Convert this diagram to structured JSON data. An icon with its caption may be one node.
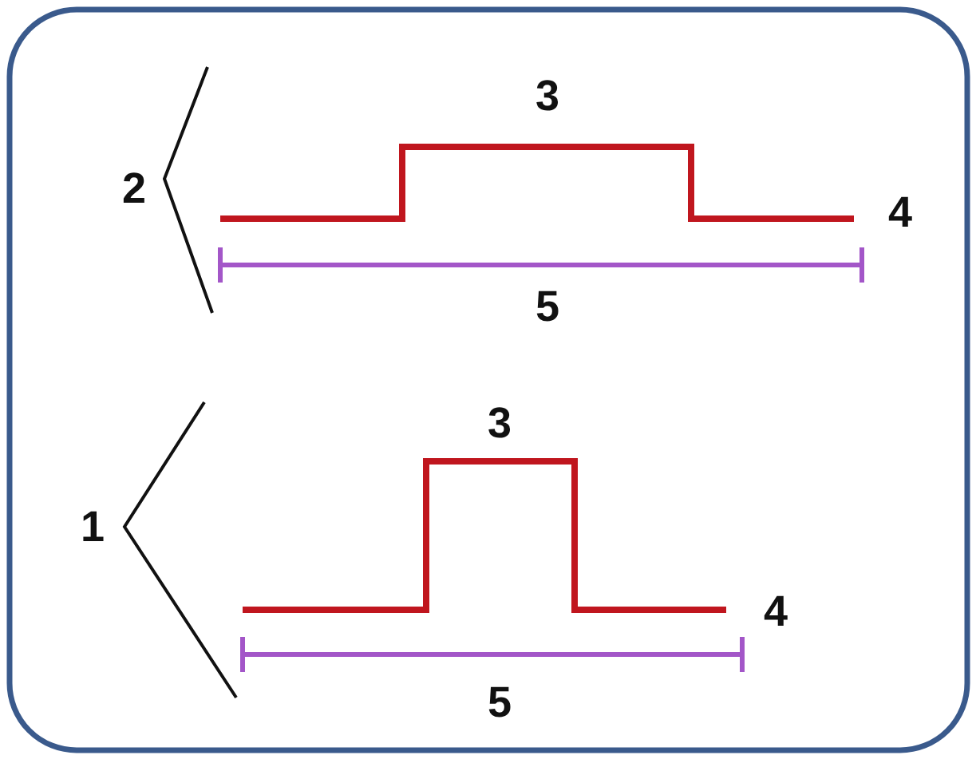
{
  "diagram": {
    "labels": [
      "2",
      "3",
      "4",
      "5",
      "1",
      "3",
      "4",
      "5"
    ]
  }
}
